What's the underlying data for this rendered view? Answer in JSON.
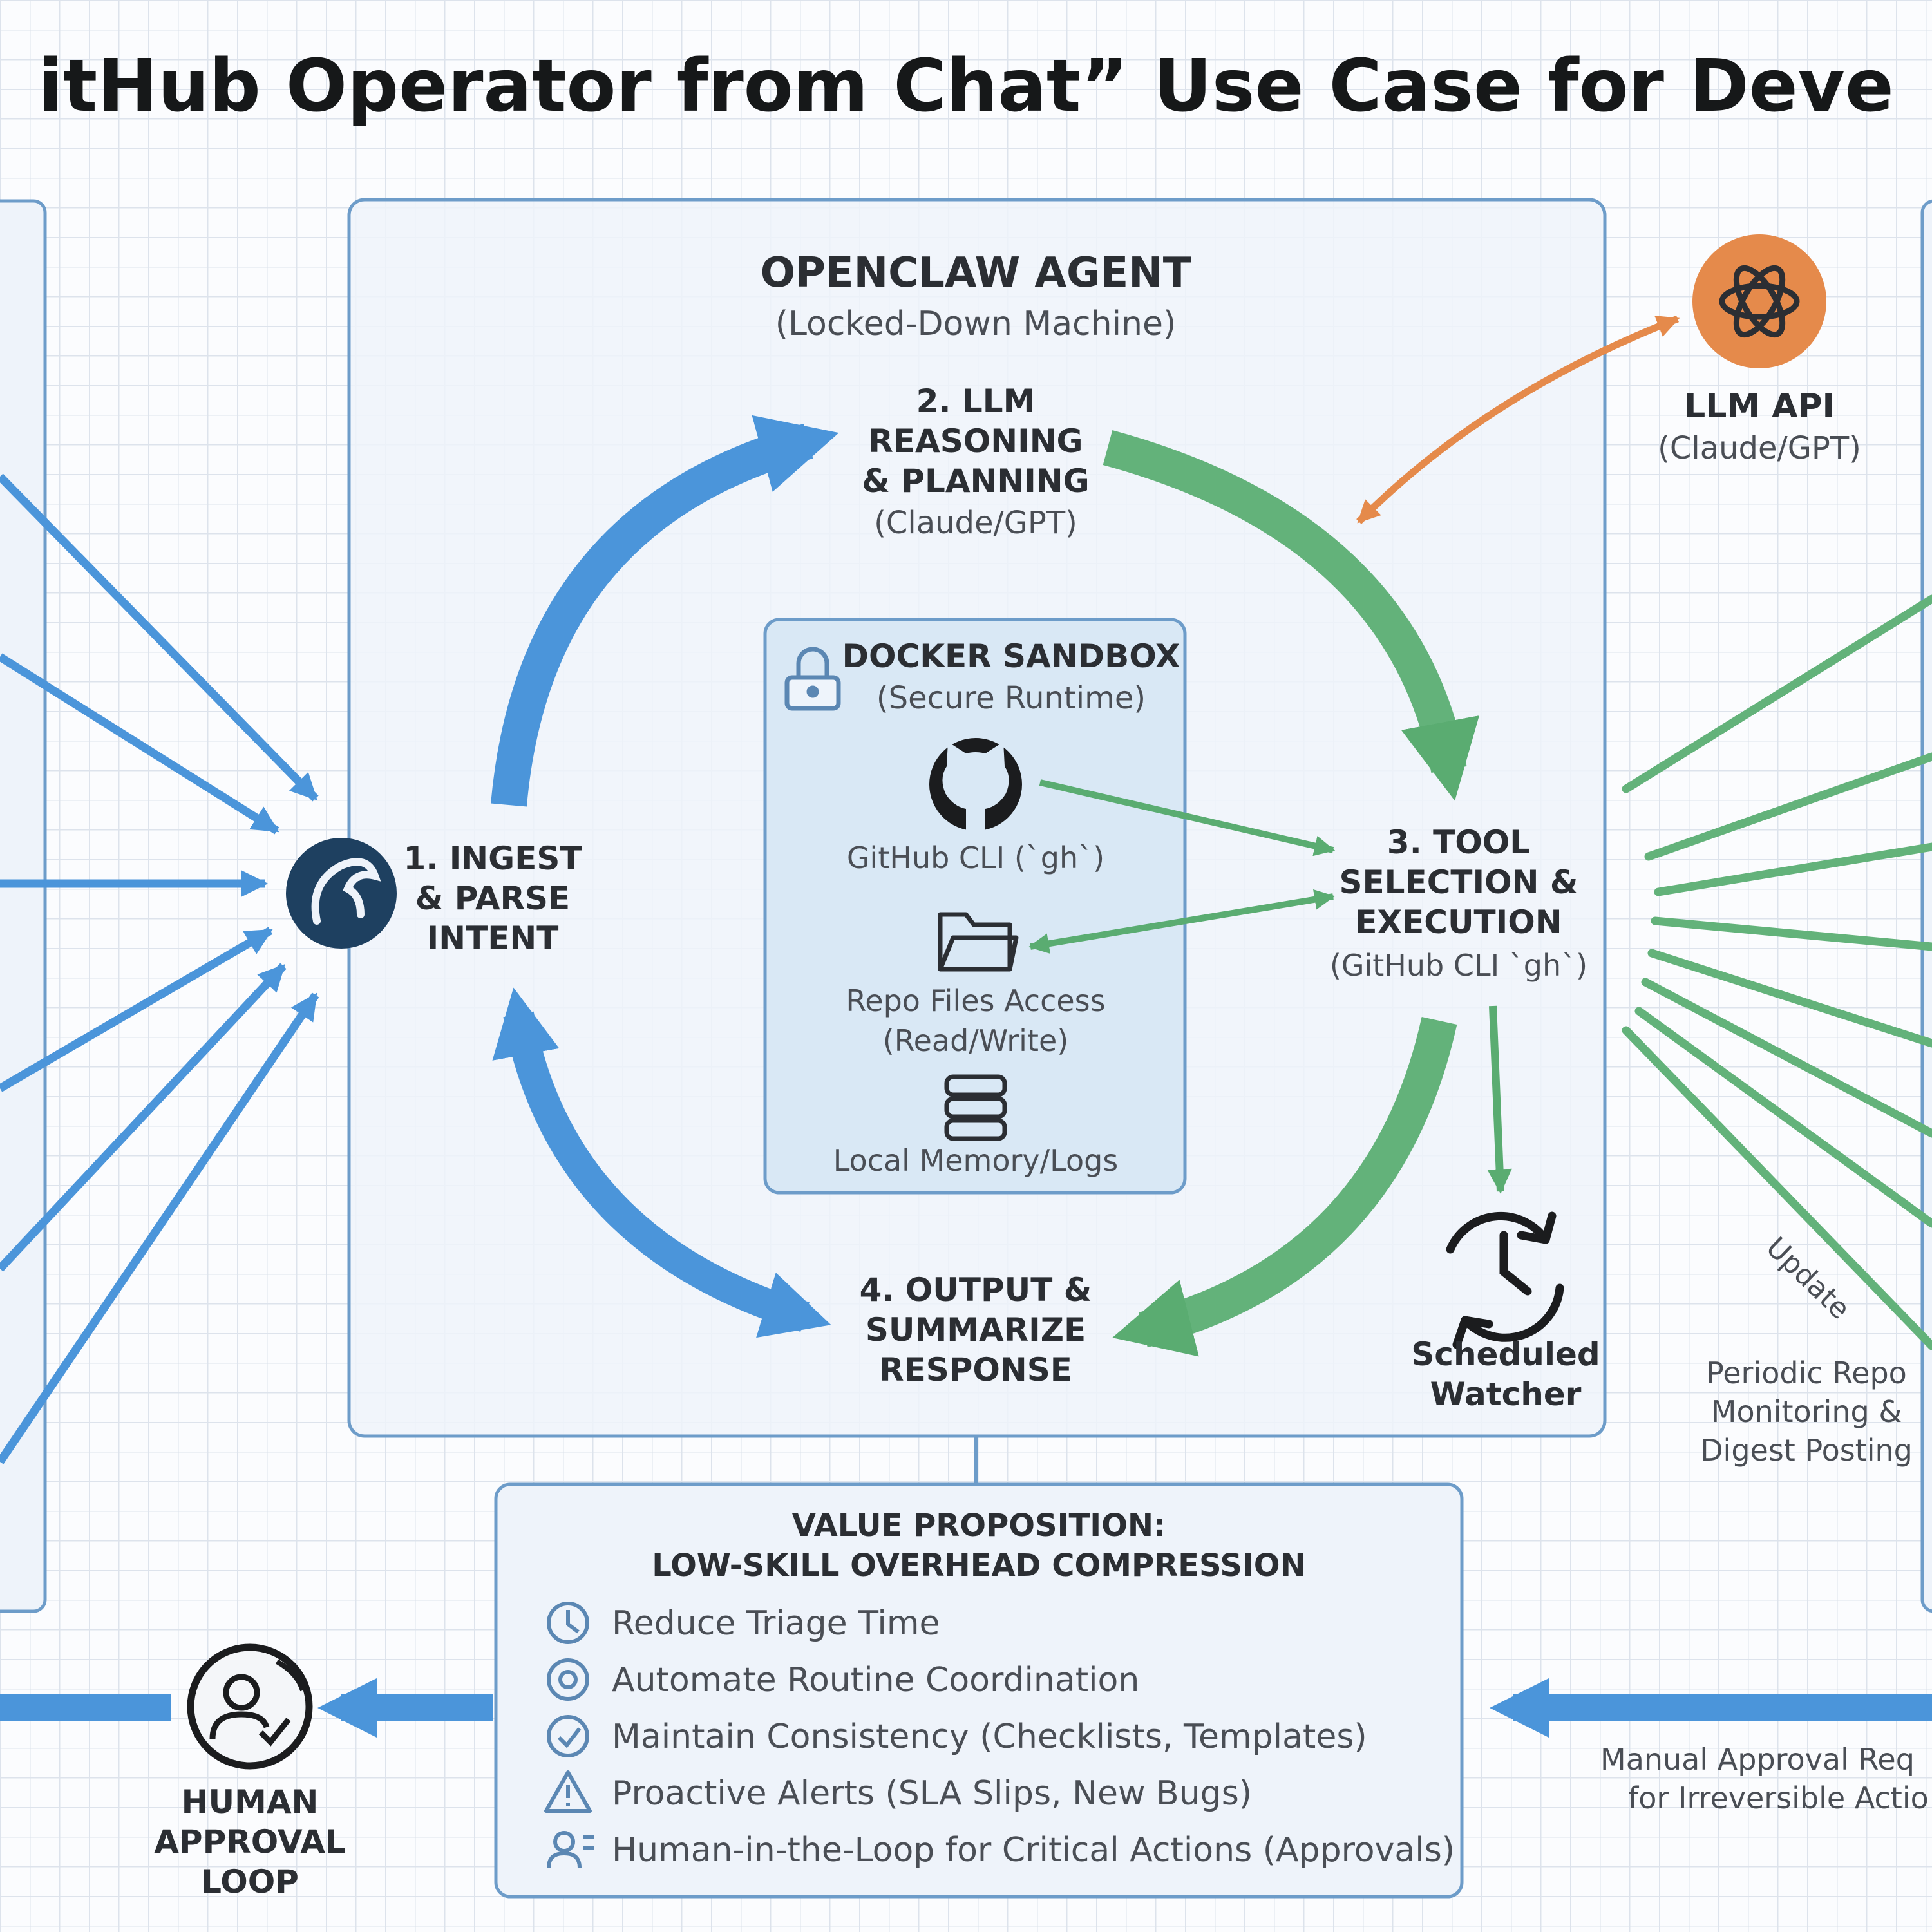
{
  "title": "itHub Operator from Chat” Use Case for Deve",
  "agent": {
    "title": "OPENCLAW AGENT",
    "subtitle": "(Locked-Down Machine)"
  },
  "steps": {
    "ingest": [
      "1. INGEST",
      "& PARSE",
      "INTENT"
    ],
    "reasoning": [
      "2. LLM",
      "REASONING",
      "& PLANNING"
    ],
    "reasoning_sub": "(Claude/GPT)",
    "tool": [
      "3. TOOL",
      "SELECTION &",
      "EXECUTION"
    ],
    "tool_sub": "(GitHub CLI `gh`)",
    "output": [
      "4. OUTPUT &",
      "SUMMARIZE",
      "RESPONSE"
    ]
  },
  "sandbox": {
    "title": "DOCKER SANDBOX",
    "subtitle": "(Secure Runtime)",
    "github_cli": "GitHub CLI (`gh`)",
    "repo_files": [
      "Repo Files Access",
      "(Read/Write)"
    ],
    "memory": "Local Memory/Logs"
  },
  "llm_api": {
    "title": "LLM API",
    "subtitle": "(Claude/GPT)"
  },
  "watcher": [
    "Scheduled",
    "Watcher"
  ],
  "right_labels": {
    "update": "Update",
    "periodic": [
      "Periodic Repo",
      "Monitoring &",
      "Digest Posting"
    ],
    "manual": [
      "Manual Approval Req",
      "for Irreversible Actio"
    ]
  },
  "value_prop": {
    "title": [
      "VALUE PROPOSITION:",
      "LOW-SKILL OVERHEAD COMPRESSION"
    ],
    "items": [
      {
        "icon": "clock-icon",
        "text": "Reduce Triage Time"
      },
      {
        "icon": "gear-cycle-icon",
        "text": "Automate Routine Coordination"
      },
      {
        "icon": "check-circle-icon",
        "text": "Maintain Consistency (Checklists, Templates)"
      },
      {
        "icon": "warning-icon",
        "text": "Proactive Alerts (SLA Slips, New Bugs)"
      },
      {
        "icon": "user-loop-icon",
        "text": "Human-in-the-Loop for Critical Actions (Approvals)"
      }
    ]
  },
  "human_approval": [
    "HUMAN",
    "APPROVAL",
    "LOOP"
  ],
  "colors": {
    "blue": "#4b95da",
    "green": "#63b27a",
    "orange": "#e58a4b",
    "navy": "#1e4060"
  }
}
